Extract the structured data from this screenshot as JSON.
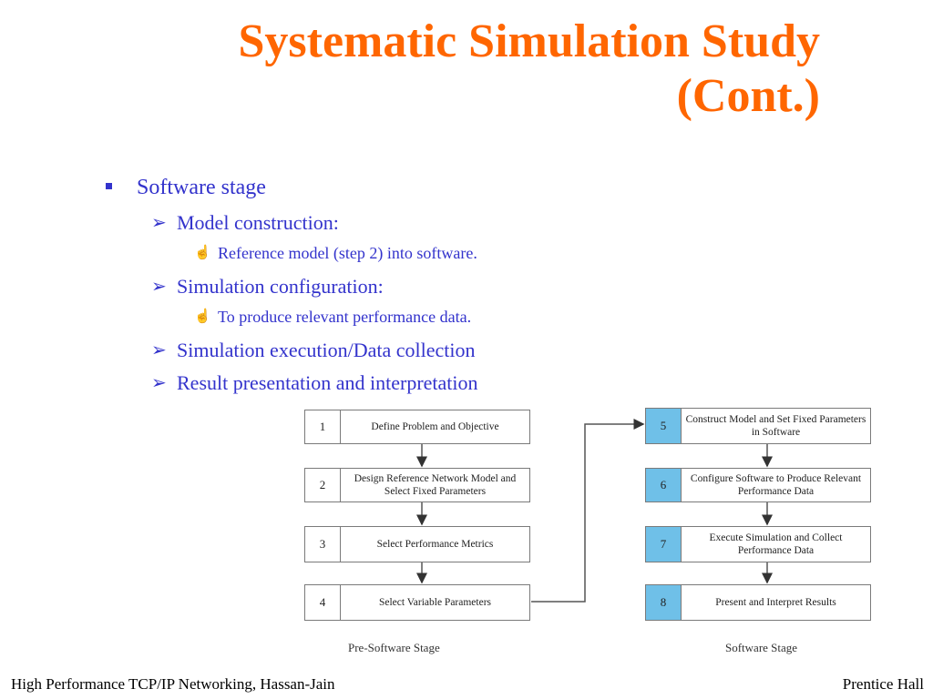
{
  "slide": {
    "title_line1": "Systematic Simulation Study",
    "title_line2": "(Cont.)",
    "bullets": {
      "software_stage": "Software stage",
      "model_construction": "Model construction:",
      "model_construction_sub": "Reference model (step 2) into software.",
      "simulation_configuration": "Simulation configuration:",
      "simulation_configuration_sub": "To produce relevant performance data.",
      "simulation_execution": "Simulation execution/Data collection",
      "result_presentation": "Result presentation and interpretation"
    },
    "diagram": {
      "pre_software_steps": [
        {
          "num": "1",
          "text": "Define Problem and Objective"
        },
        {
          "num": "2",
          "text": "Design Reference Network Model and Select Fixed Parameters"
        },
        {
          "num": "3",
          "text": "Select Performance Metrics"
        },
        {
          "num": "4",
          "text": "Select Variable Parameters"
        }
      ],
      "software_steps": [
        {
          "num": "5",
          "text": "Construct Model and Set Fixed Parameters in Software"
        },
        {
          "num": "6",
          "text": "Configure Software to Produce Relevant Performance Data"
        },
        {
          "num": "7",
          "text": "Execute Simulation and Collect Performance Data"
        },
        {
          "num": "8",
          "text": "Present and Interpret Results"
        }
      ],
      "pre_software_label": "Pre-Software Stage",
      "software_label": "Software Stage",
      "highlight_color": "#6fc0e8"
    },
    "footer": {
      "left": "High Performance TCP/IP Networking, Hassan-Jain",
      "right": "Prentice Hall"
    },
    "colors": {
      "title": "#ff6600",
      "bullet_text": "#3333cc"
    }
  }
}
